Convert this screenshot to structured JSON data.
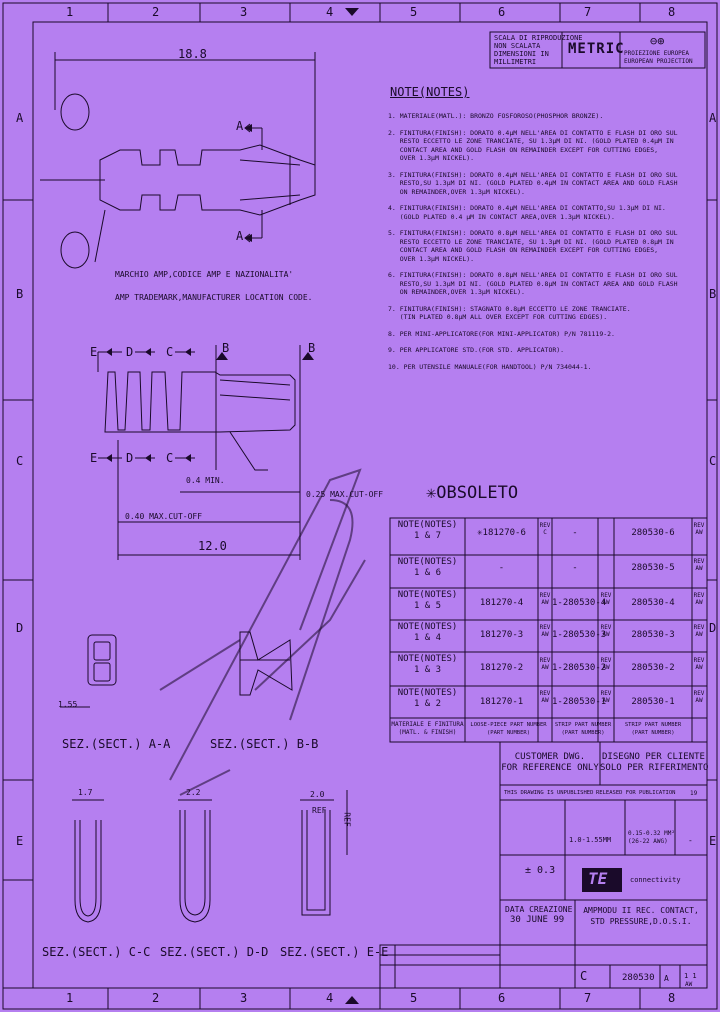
{
  "frame": {
    "cols_top": [
      "1",
      "2",
      "3",
      "4",
      "5",
      "6",
      "7",
      "8"
    ],
    "cols_bottom": [
      "1",
      "2",
      "3",
      "4",
      "5",
      "6",
      "7",
      "8"
    ],
    "rows_left": [
      "A",
      "B",
      "C",
      "D",
      "E"
    ],
    "rows_right": [
      "A",
      "B",
      "C",
      "D",
      "E"
    ]
  },
  "header": {
    "scale_note": "SCALA DI RIPRODUZIONE\nNON SCALATA\nDIMENSIONI IN\nMILLIMETRI",
    "metric": "METRIC",
    "projection": "PROIEZIONE EUROPEA\nEUROPEAN PROJECTION"
  },
  "dims": {
    "length_top": "18.8",
    "dim_12": "12.0",
    "dim_04min": "0.4 MIN.",
    "dim_040": "0.40 MAX.CUT-OFF",
    "dim_025": "0.25 MAX.CUT-OFF",
    "dim_155": "1.55",
    "dim_17": "1.7",
    "dim_22": "2.2",
    "dim_20": "2.0",
    "ref": "REF",
    "ref2": "REF"
  },
  "labels": {
    "marchio": "MARCHIO AMP,CODICE AMP E NAZIONALITA'",
    "trademark": "AMP TRADEMARK,MANUFACTURER LOCATION CODE.",
    "sec_aa": "SEZ.(SECT.) A-A",
    "sec_bb": "SEZ.(SECT.) B-B",
    "sec_cc": "SEZ.(SECT.) C-C",
    "sec_dd": "SEZ.(SECT.) D-D",
    "sec_ee": "SEZ.(SECT.) E-E",
    "letter_a": "A",
    "letter_b": "B",
    "letter_c": "C",
    "letter_d": "D",
    "letter_e": "E"
  },
  "notes": {
    "title": "NOTE(NOTES)",
    "items": [
      "1. MATERIALE(MATL.): BRONZO FOSFOROSO(PHOSPHOR BRONZE).",
      "2. FINITURA(FINISH): DORATO 0.4μM NELL'AREA DI CONTATTO E FLASH DI ORO SUL\n   RESTO ECCETTO LE ZONE TRANCIATE, SU 1.3μM DI NI. (GOLD PLATED 0.4μM IN\n   CONTACT AREA AND GOLD FLASH ON REMAINDER EXCEPT FOR CUTTING EDGES,\n   OVER 1.3μM NICKEL).",
      "3. FINITURA(FINISH): DORATO 0.4μM NELL'AREA DI CONTATTO E FLASH DI ORO SUL\n   RESTO,SU 1.3μM DI NI. (GOLD PLATED 0.4μM IN CONTACT AREA AND GOLD FLASH\n   ON REMAINDER,OVER 1.3μM NICKEL).",
      "4. FINITURA(FINISH): DORATO 0.4μM NELL'AREA DI CONTATTO,SU 1.3μM DI NI.\n   (GOLD PLATED 0.4 μM IN CONTACT AREA,OVER 1.3μM NICKEL).",
      "5. FINITURA(FINISH): DORATO 0.8μM NELL'AREA DI CONTATTO E FLASH DI ORO SUL\n   RESTO ECCETTO LE ZONE TRANCIATE, SU 1.3μM DI NI. (GOLD PLATED 0.8μM IN\n   CONTACT AREA AND GOLD FLASH ON REMAINDER EXCEPT FOR CUTTING EDGES,\n   OVER 1.3μM NICKEL).",
      "6. FINITURA(FINISH): DORATO 0.8μM NELL'AREA DI CONTATTO E FLASH DI ORO SUL\n   RESTO,SU 1.3μM DI NI. (GOLD PLATED 0.8μM IN CONTACT AREA AND GOLD FLASH\n   ON REMAINDER,OVER 1.3μM NICKEL).",
      "7. FINITURA(FINISH): STAGNATO 0.8μM ECCETTO LE ZONE TRANCIATE.\n   (TIN PLATED 0.8μM ALL OVER EXCEPT FOR CUTTING EDGES).",
      "8. PER MINI-APPLICATORE(FOR MINI-APPLICATOR) P/N 781119-2.",
      "9. PER APPLICATORE STD.(FOR STD. APPLICATOR).",
      "10. PER UTENSILE MANUALE(FOR HANDTOOL) P/N 734044-1."
    ]
  },
  "obsoleto": "✳OBSOLETO",
  "parts_table": {
    "rows": [
      {
        "note": "NOTE(NOTES)\n1 & 7",
        "loose": "✳181270-6",
        "rev1": "REV C",
        "strip": "-",
        "rev2": "",
        "strip2": "280530-6",
        "rev3": "REV AW"
      },
      {
        "note": "NOTE(NOTES)\n1 & 6",
        "loose": "-",
        "rev1": "",
        "strip": "-",
        "rev2": "",
        "strip2": "280530-5",
        "rev3": "REV AW"
      },
      {
        "note": "NOTE(NOTES)\n1 & 5",
        "loose": "181270-4",
        "rev1": "REV AW",
        "strip": "1-280530-4",
        "rev2": "REV AW",
        "strip2": "280530-4",
        "rev3": "REV AW"
      },
      {
        "note": "NOTE(NOTES)\n1 & 4",
        "loose": "181270-3",
        "rev1": "REV AW",
        "strip": "1-280530-3",
        "rev2": "REV AW",
        "strip2": "280530-3",
        "rev3": "REV AW"
      },
      {
        "note": "NOTE(NOTES)\n1 & 3",
        "loose": "181270-2",
        "rev1": "REV AW",
        "strip": "1-280530-2",
        "rev2": "REV AW",
        "strip2": "280530-2",
        "rev3": "REV AW"
      },
      {
        "note": "NOTE(NOTES)\n1 & 2",
        "loose": "181270-1",
        "rev1": "REV AW",
        "strip": "1-280530-1",
        "rev2": "REV AW",
        "strip2": "280530-1",
        "rev3": "REV AW"
      }
    ],
    "header": {
      "matl": "MATERIALE E FINITURA\n(MATL. & FINISH)",
      "loose": "LOOSE-PIECE PART NUMBER\n(PART NUMBER)",
      "strip": "STRIP PART NUMBER\n(PART NUMBER)",
      "strip2": "STRIP PART NUMBER\n(PART NUMBER)"
    }
  },
  "title_block": {
    "customer_en": "CUSTOMER DWG.\nFOR REFERENCE ONLY",
    "customer_it": "DISEGNO PER CLIENTE\nSOLO PER RIFERIMENTO",
    "unpublished": "THIS DRAWING IS UNPUBLISHED",
    "released": "RELEASED FOR PUBLICATION",
    "year": "19",
    "wire_range": "1.0-1.55MM",
    "wire_awg": "0.15-0.32 MM²\n(26-22 AWG)",
    "tolerance": "± 0.3",
    "dash": "-",
    "company": "TE",
    "company_sub": "connectivity",
    "date_label": "DATA CREAZIONE",
    "date": "30 JUNE 99",
    "description": "AMPMODU II REC. CONTACT,\nSTD PRESSURE,D.O.S.I.",
    "doc_prefix": "C",
    "doc_num": "280530",
    "size": "A",
    "sheet": "1 1",
    "rev_letter": "AW"
  }
}
